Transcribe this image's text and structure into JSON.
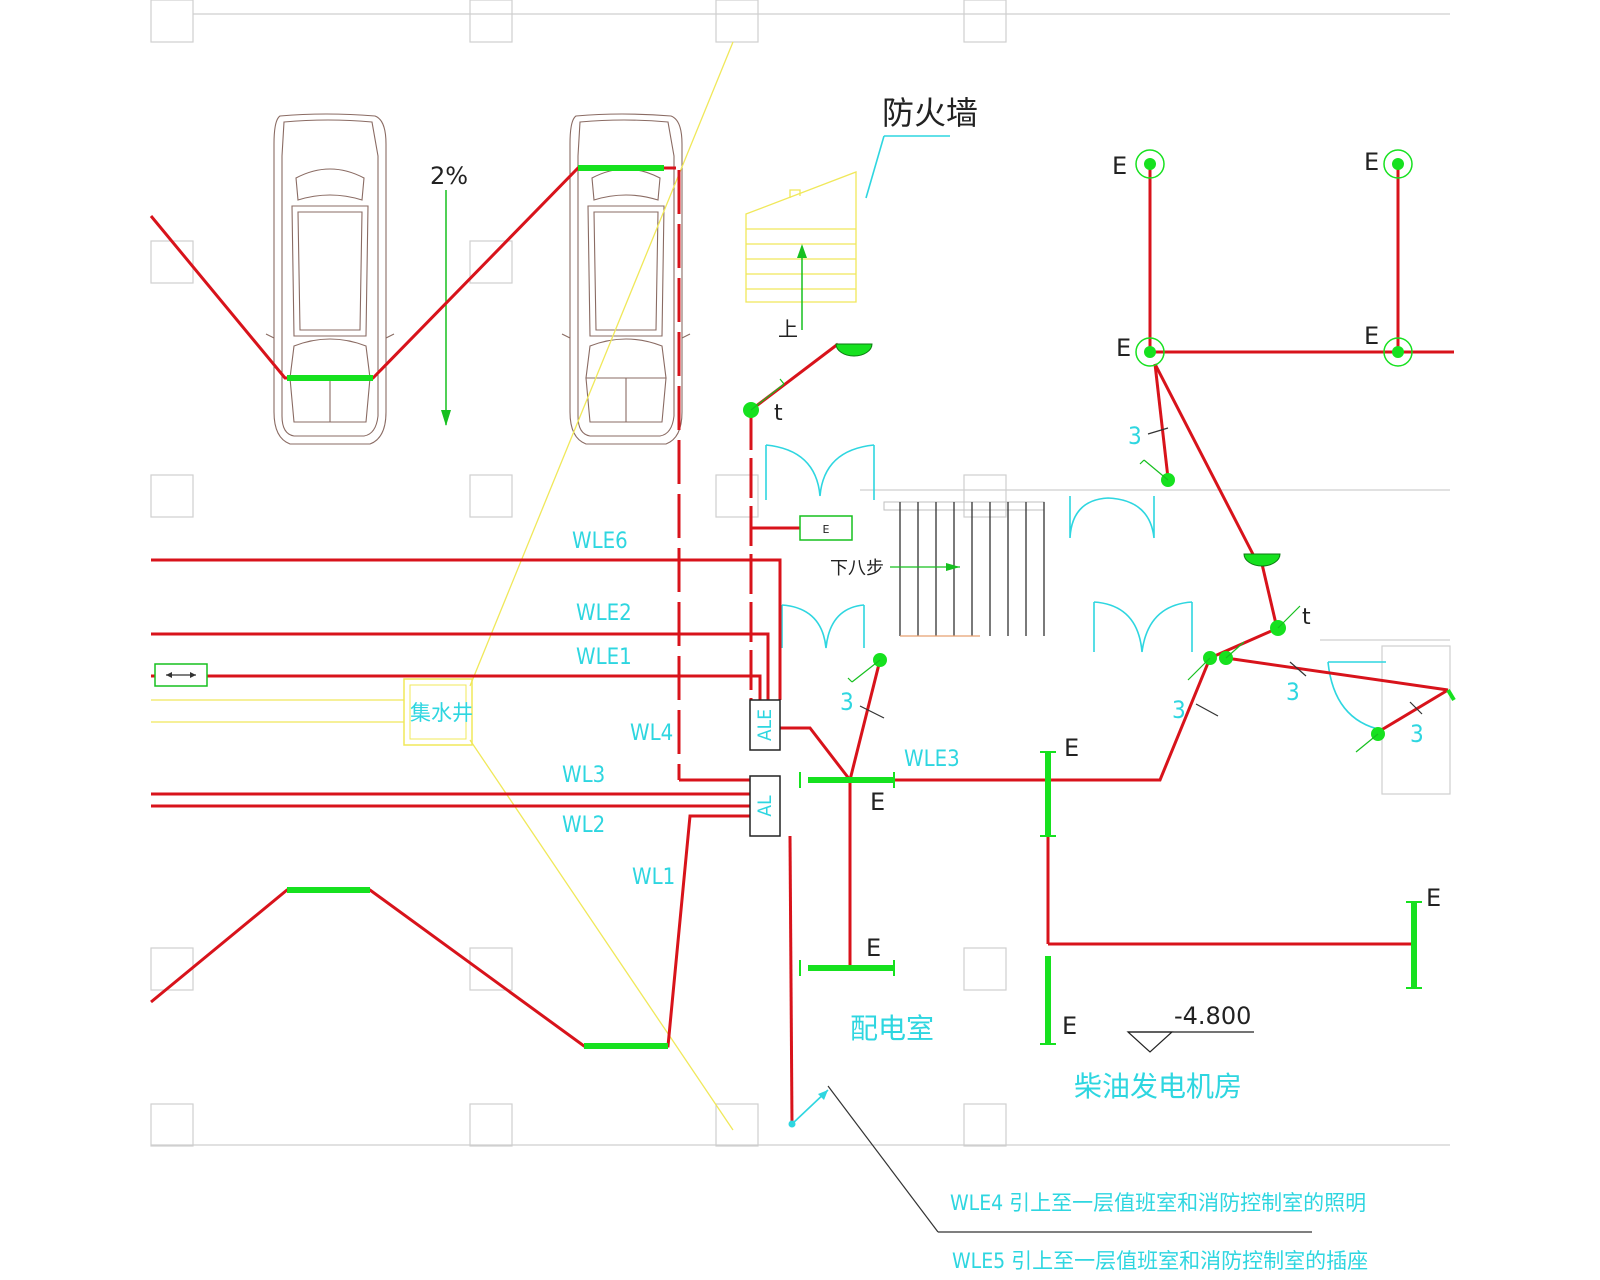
{
  "labels": {
    "fire_wall": "防火墙",
    "slope": "2%",
    "stair_up": "上",
    "stair_down": "下八步",
    "sump": "集水井",
    "distribution_room": "配电室",
    "generator_room": "柴油发电机房",
    "elevation": "-4.800",
    "note_wle4": "WLE4 引上至一层值班室和消防控制室的照明",
    "note_wle5": "WLE5 引上至一层值班室和消防控制室的插座"
  },
  "circuits": {
    "wle6": "WLE6",
    "wle2": "WLE2",
    "wle1": "WLE1",
    "wl4": "WL4",
    "wl3": "WL3",
    "wl2": "WL2",
    "wl1": "WL1",
    "wle3": "WLE3"
  },
  "panels": {
    "ale": "ALE",
    "al": "AL"
  },
  "symbols": {
    "emergency": "E",
    "switch_count": "3",
    "switch_mark": "t"
  },
  "colors": {
    "wiring": "#d8131b",
    "fixtures": "#16e11f",
    "annotation": "#2ed6e0",
    "stair_outline": "#f0e85a",
    "car_outline": "#8a6b63"
  }
}
